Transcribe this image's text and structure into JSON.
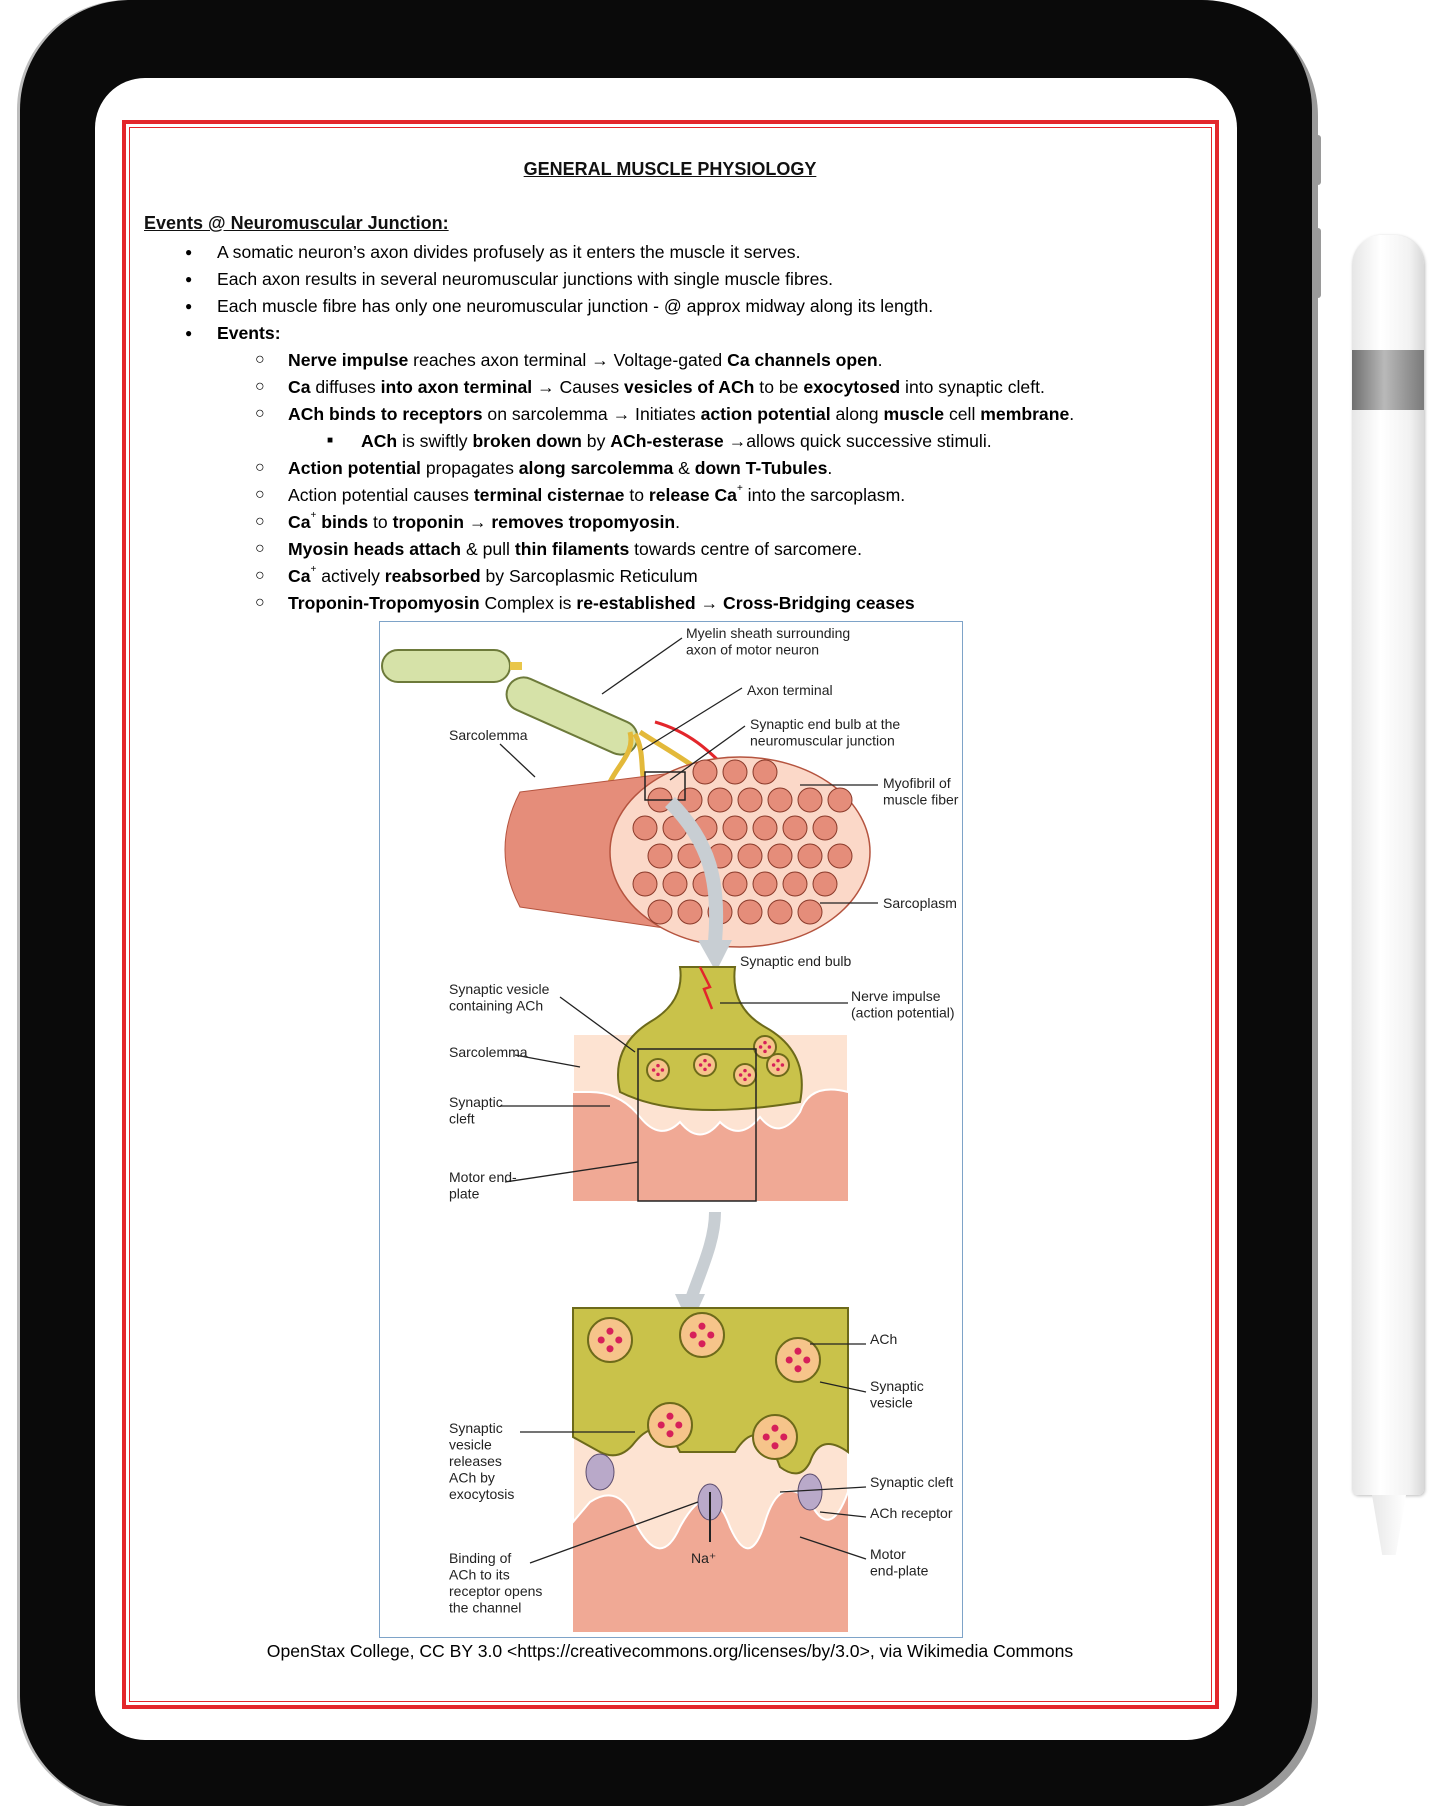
{
  "colors": {
    "border": "#e3262b",
    "device": "#0a0a0a",
    "diagram_border": "#7ea3c8",
    "muscle": "#e58d7a",
    "myelin": "#d6e2a8",
    "bulb": "#c9c24a",
    "tissue": "#f0a995",
    "cleft": "#fde3d2",
    "ach": "#d6205a"
  },
  "document": {
    "title": "GENERAL MUSCLE PHYSIOLOGY",
    "heading": "Events @ Neuromuscular Junction:",
    "lines": [
      {
        "level": 1,
        "segs": [
          {
            "t": "A somatic neuron’s axon divides profusely as it enters the muscle it serves."
          }
        ]
      },
      {
        "level": 1,
        "segs": [
          {
            "t": "Each axon results in several neuromuscular junctions with single muscle fibres."
          }
        ]
      },
      {
        "level": 1,
        "segs": [
          {
            "t": "Each muscle fibre has only one neuromuscular junction - @ approx midway along its length."
          }
        ]
      },
      {
        "level": 1,
        "segs": [
          {
            "t": "Events:",
            "b": true
          }
        ]
      },
      {
        "level": 2,
        "segs": [
          {
            "t": "Nerve impulse",
            "b": true
          },
          {
            "t": " reaches axon terminal → Voltage-gated "
          },
          {
            "t": "Ca channels open",
            "b": true
          },
          {
            "t": "."
          }
        ]
      },
      {
        "level": 2,
        "segs": [
          {
            "t": "Ca",
            "b": true
          },
          {
            "t": " diffuses "
          },
          {
            "t": "into axon terminal →",
            "b": true
          },
          {
            "t": " Causes "
          },
          {
            "t": "vesicles of ACh",
            "b": true
          },
          {
            "t": " to be "
          },
          {
            "t": "exocytosed",
            "b": true
          },
          {
            "t": " into synaptic cleft."
          }
        ]
      },
      {
        "level": 2,
        "segs": [
          {
            "t": "ACh binds to receptors",
            "b": true
          },
          {
            "t": " on sarcolemma → Initiates "
          },
          {
            "t": "action potential",
            "b": true
          },
          {
            "t": " along "
          },
          {
            "t": "muscle",
            "b": true
          },
          {
            "t": " cell "
          },
          {
            "t": "membrane",
            "b": true
          },
          {
            "t": "."
          }
        ]
      },
      {
        "level": 3,
        "segs": [
          {
            "t": "ACh",
            "b": true
          },
          {
            "t": " is swiftly "
          },
          {
            "t": "broken down",
            "b": true
          },
          {
            "t": " by "
          },
          {
            "t": "ACh-esterase",
            "b": true
          },
          {
            "t": " →allows quick successive stimuli."
          }
        ]
      },
      {
        "level": 2,
        "segs": [
          {
            "t": "Action potential",
            "b": true
          },
          {
            "t": " propagates "
          },
          {
            "t": "along sarcolemma",
            "b": true
          },
          {
            "t": " & "
          },
          {
            "t": "down T-Tubules",
            "b": true
          },
          {
            "t": "."
          }
        ]
      },
      {
        "level": 2,
        "segs": [
          {
            "t": "Action potential causes "
          },
          {
            "t": "terminal cisternae",
            "b": true
          },
          {
            "t": " to "
          },
          {
            "t": "release Ca",
            "b": true
          },
          {
            "t": "+",
            "sup": true
          },
          {
            "t": " into the sarcoplasm."
          }
        ]
      },
      {
        "level": 2,
        "segs": [
          {
            "t": "Ca",
            "b": true
          },
          {
            "t": "+",
            "sup": true
          },
          {
            "t": " binds",
            "b": true
          },
          {
            "t": " to "
          },
          {
            "t": "troponin",
            "b": true
          },
          {
            "t": " → "
          },
          {
            "t": "removes tropomyosin",
            "b": true
          },
          {
            "t": "."
          }
        ]
      },
      {
        "level": 2,
        "segs": [
          {
            "t": "Myosin heads attach",
            "b": true
          },
          {
            "t": " & pull "
          },
          {
            "t": "thin filaments",
            "b": true
          },
          {
            "t": " towards centre of sarcomere."
          }
        ]
      },
      {
        "level": 2,
        "segs": [
          {
            "t": "Ca",
            "b": true
          },
          {
            "t": "+",
            "sup": true
          },
          {
            "t": " actively "
          },
          {
            "t": "reabsorbed",
            "b": true
          },
          {
            "t": " by Sarcoplasmic Reticulum"
          }
        ]
      },
      {
        "level": 2,
        "segs": [
          {
            "t": "Troponin-Tropomyosin",
            "b": true
          },
          {
            "t": " Complex is "
          },
          {
            "t": "re-established",
            "b": true
          },
          {
            "t": " → "
          },
          {
            "t": "Cross-Bridging ceases",
            "b": true
          }
        ]
      }
    ],
    "markers": {
      "1": "●",
      "2": "○",
      "3": "■"
    },
    "footer": "OpenStax College, CC BY 3.0 <https://creativecommons.org/licenses/by/3.0>, via Wikimedia Commons"
  },
  "diagram": {
    "labels": {
      "myelin": [
        "Myelin sheath surrounding",
        "axon of motor neuron"
      ],
      "axon_terminal": [
        "Axon terminal"
      ],
      "end_bulb_nmj": [
        "Synaptic end bulb at the",
        "neuromuscular junction"
      ],
      "sarcolemma_top": [
        "Sarcolemma"
      ],
      "myofibril": [
        "Myofibril of",
        "muscle fiber"
      ],
      "sarcoplasm": [
        "Sarcoplasm"
      ],
      "end_bulb": [
        "Synaptic end bulb"
      ],
      "vesicle_ach": [
        "Synaptic vesicle",
        "containing ACh"
      ],
      "nerve_impulse": [
        "Nerve impulse",
        "(action potential)"
      ],
      "sarcolemma_mid": [
        "Sarcolemma"
      ],
      "cleft_mid": [
        "Synaptic",
        "cleft"
      ],
      "endplate_mid": [
        "Motor end-",
        "plate"
      ],
      "ach": [
        "ACh"
      ],
      "vesicle": [
        "Synaptic",
        "vesicle"
      ],
      "releases": [
        "Synaptic",
        "vesicle",
        "releases",
        "ACh by",
        "exocytosis"
      ],
      "cleft_bottom": [
        "Synaptic cleft"
      ],
      "receptor": [
        "ACh receptor"
      ],
      "endplate_bottom": [
        "Motor",
        "end-plate"
      ],
      "na": [
        "Na⁺"
      ],
      "binding": [
        "Binding of",
        "ACh to its",
        "receptor opens",
        "the channel"
      ]
    }
  }
}
